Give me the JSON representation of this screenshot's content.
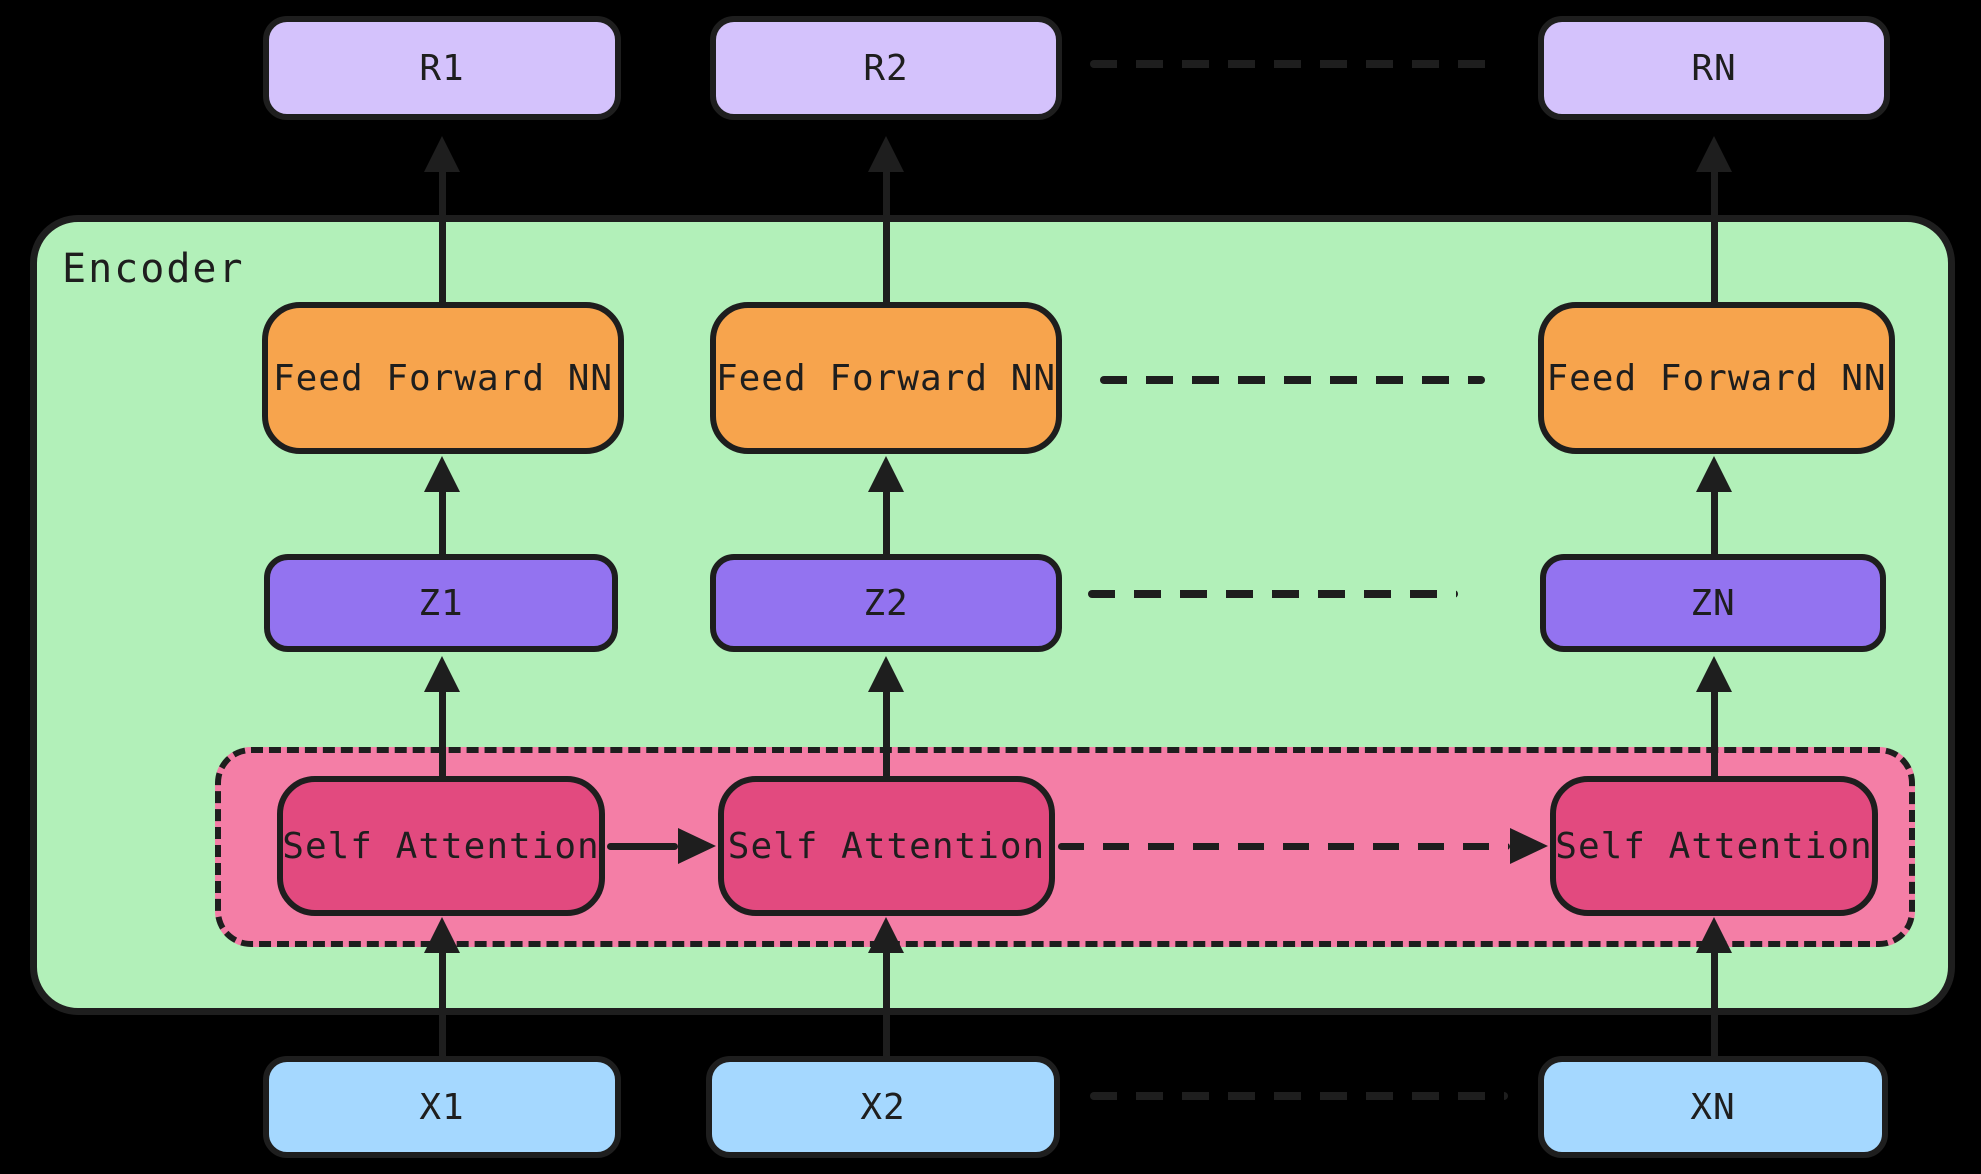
{
  "background": "#000000",
  "stroke": "#1e1e1e",
  "encoder": {
    "label": "Encoder",
    "fill": "#b2f0b9"
  },
  "attention_group": {
    "fill": "#f47ea6"
  },
  "node_fills": {
    "result": "#d4c2fc",
    "feed_forward": "#f7a44d",
    "z": "#9373f0",
    "self_attention": "#e24a7f",
    "input": "#a5d8ff"
  },
  "columns": [
    {
      "result": "R1",
      "feed_forward": "Feed Forward NN",
      "z": "Z1",
      "self_attention": "Self Attention",
      "input": "X1"
    },
    {
      "result": "R2",
      "feed_forward": "Feed Forward NN",
      "z": "Z2",
      "self_attention": "Self Attention",
      "input": "X2"
    },
    {
      "result": "RN",
      "feed_forward": "Feed Forward NN",
      "z": "ZN",
      "self_attention": "Self Attention",
      "input": "XN"
    }
  ]
}
